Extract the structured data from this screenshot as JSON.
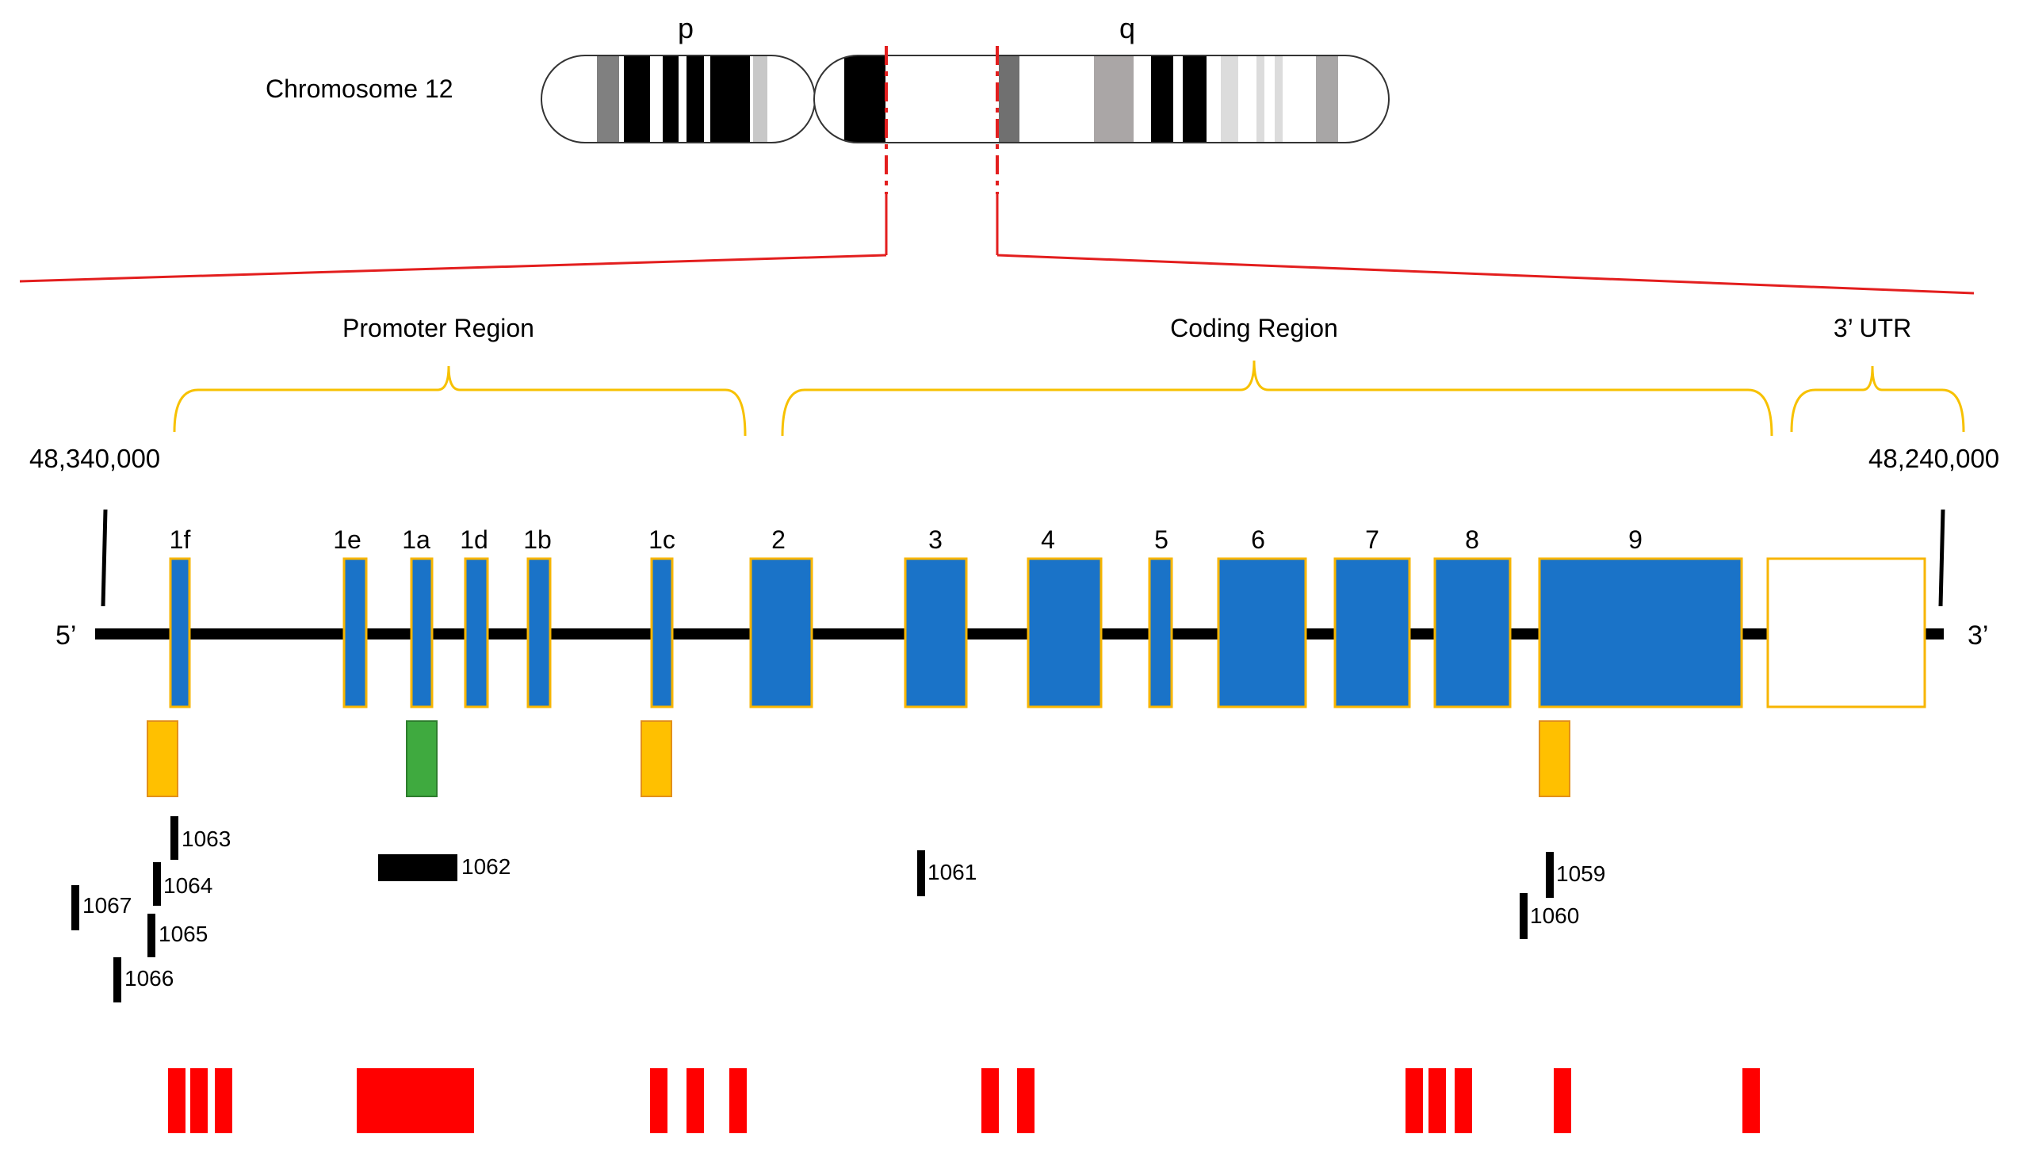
{
  "chromosome": {
    "label": "Chromosome 12",
    "p_arm_label": "p",
    "q_arm_label": "q"
  },
  "regions": [
    {
      "label": "Promoter Region"
    },
    {
      "label": "Coding Region"
    },
    {
      "label": "3’ UTR"
    }
  ],
  "coordinates": {
    "left": "48,340,000",
    "right": "48,240,000"
  },
  "strand": {
    "five_prime": "5’",
    "three_prime": "3’"
  },
  "exons": [
    {
      "label": "1f",
      "type": "coding"
    },
    {
      "label": "1e",
      "type": "coding"
    },
    {
      "label": "1a",
      "type": "coding"
    },
    {
      "label": "1d",
      "type": "coding"
    },
    {
      "label": "1b",
      "type": "coding"
    },
    {
      "label": "1c",
      "type": "coding"
    },
    {
      "label": "2",
      "type": "coding"
    },
    {
      "label": "3",
      "type": "coding"
    },
    {
      "label": "4",
      "type": "coding"
    },
    {
      "label": "5",
      "type": "coding"
    },
    {
      "label": "6",
      "type": "coding"
    },
    {
      "label": "7",
      "type": "coding"
    },
    {
      "label": "8",
      "type": "coding"
    },
    {
      "label": "9",
      "type": "coding"
    },
    {
      "label": "",
      "type": "utr"
    }
  ],
  "markers": [
    {
      "label": "1063"
    },
    {
      "label": "1064"
    },
    {
      "label": "1065"
    },
    {
      "label": "1066"
    },
    {
      "label": "1067"
    },
    {
      "label": "1062"
    },
    {
      "label": "1061"
    },
    {
      "label": "1059"
    },
    {
      "label": "1060"
    }
  ],
  "colors": {
    "exon_fill": "#1a73c8",
    "exon_border": "#f7b500",
    "annotation_orange": "#ffc000",
    "annotation_green": "#3faa3f",
    "highlight_red": "#ff0000",
    "bracket": "#f7c100",
    "zoom_line": "#e31e1e"
  }
}
